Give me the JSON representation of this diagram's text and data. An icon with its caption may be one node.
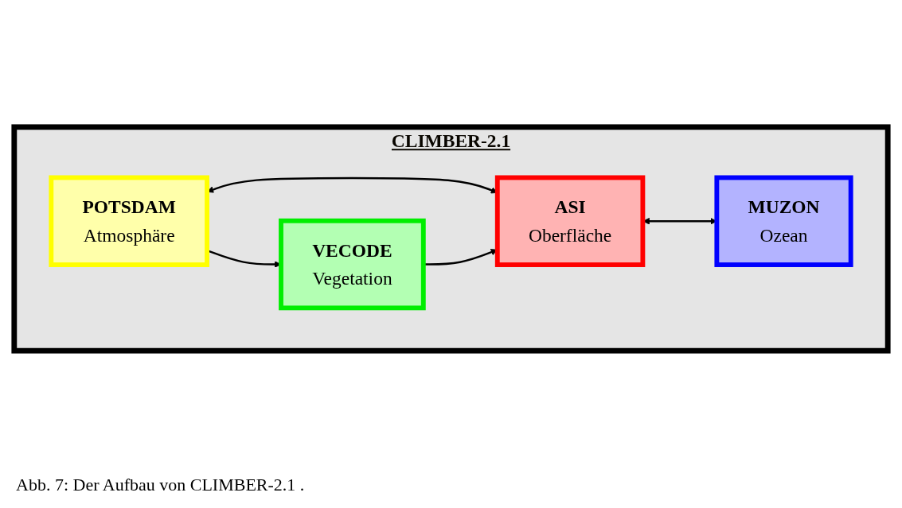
{
  "diagram": {
    "caption": "Abb. 7: Der Aufbau von CLIMBER-2.1 .",
    "nodes": [
      {
        "text": [
          "CLIMBER-2.1"
        ]
      },
      {
        "text": [
          "POTSDAM",
          "Atmosphäre"
        ],
        "in": 0
      },
      {
        "text": [
          "VECODE",
          "Vegetation"
        ],
        "in": 0
      },
      {
        "text": [
          "ASI",
          "Oberfläche"
        ],
        "in": 0
      },
      {
        "text": [
          "MUZON",
          "Ozean"
        ],
        "in": 0
      }
    ],
    "edges": [
      {
        "from": 1,
        "to": 2,
        "arrow": "to"
      },
      {
        "from": 1,
        "to": 3,
        "arrow": "both"
      },
      {
        "from": 2,
        "to": 3,
        "arrow": "to"
      },
      {
        "from": 3,
        "to": 4,
        "arrow": "both"
      }
    ]
  }
}
